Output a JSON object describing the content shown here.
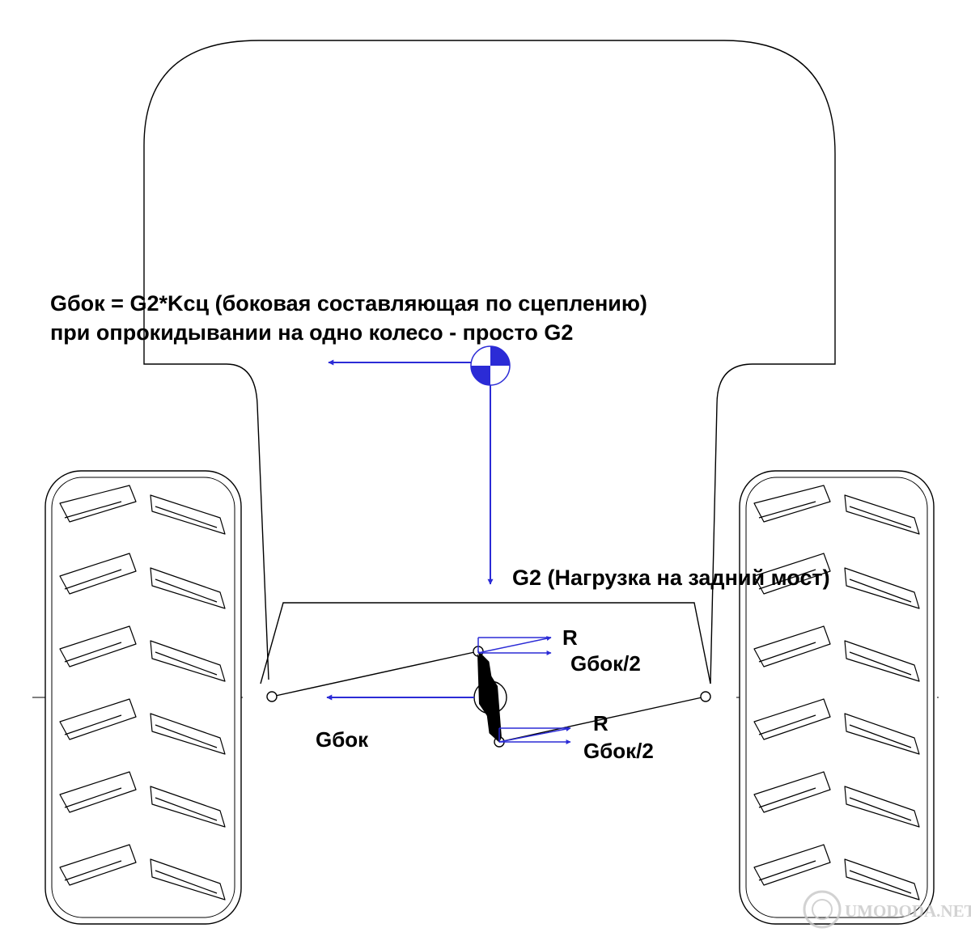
{
  "labels": {
    "formula_line1": "Gбок = G2*Kсц  (боковая составляющая по сцеплению)",
    "formula_line2": "при опрокидывании на одно колесо  - просто G2",
    "g2_load": "G2 (Нагрузка на задний мост)",
    "r_upper": "R",
    "gbok_half_upper": "Gбок/2",
    "r_lower": "R",
    "gbok_half_lower": "Gбок/2",
    "gbok": "Gбок"
  },
  "watermark": {
    "text": "UMODODA.NET"
  },
  "colors": {
    "line": "#000000",
    "force_arrow": "#2b2bd6",
    "center_of_mass_fill": "#2b2bd6",
    "watermark": "#c8c8c8"
  }
}
